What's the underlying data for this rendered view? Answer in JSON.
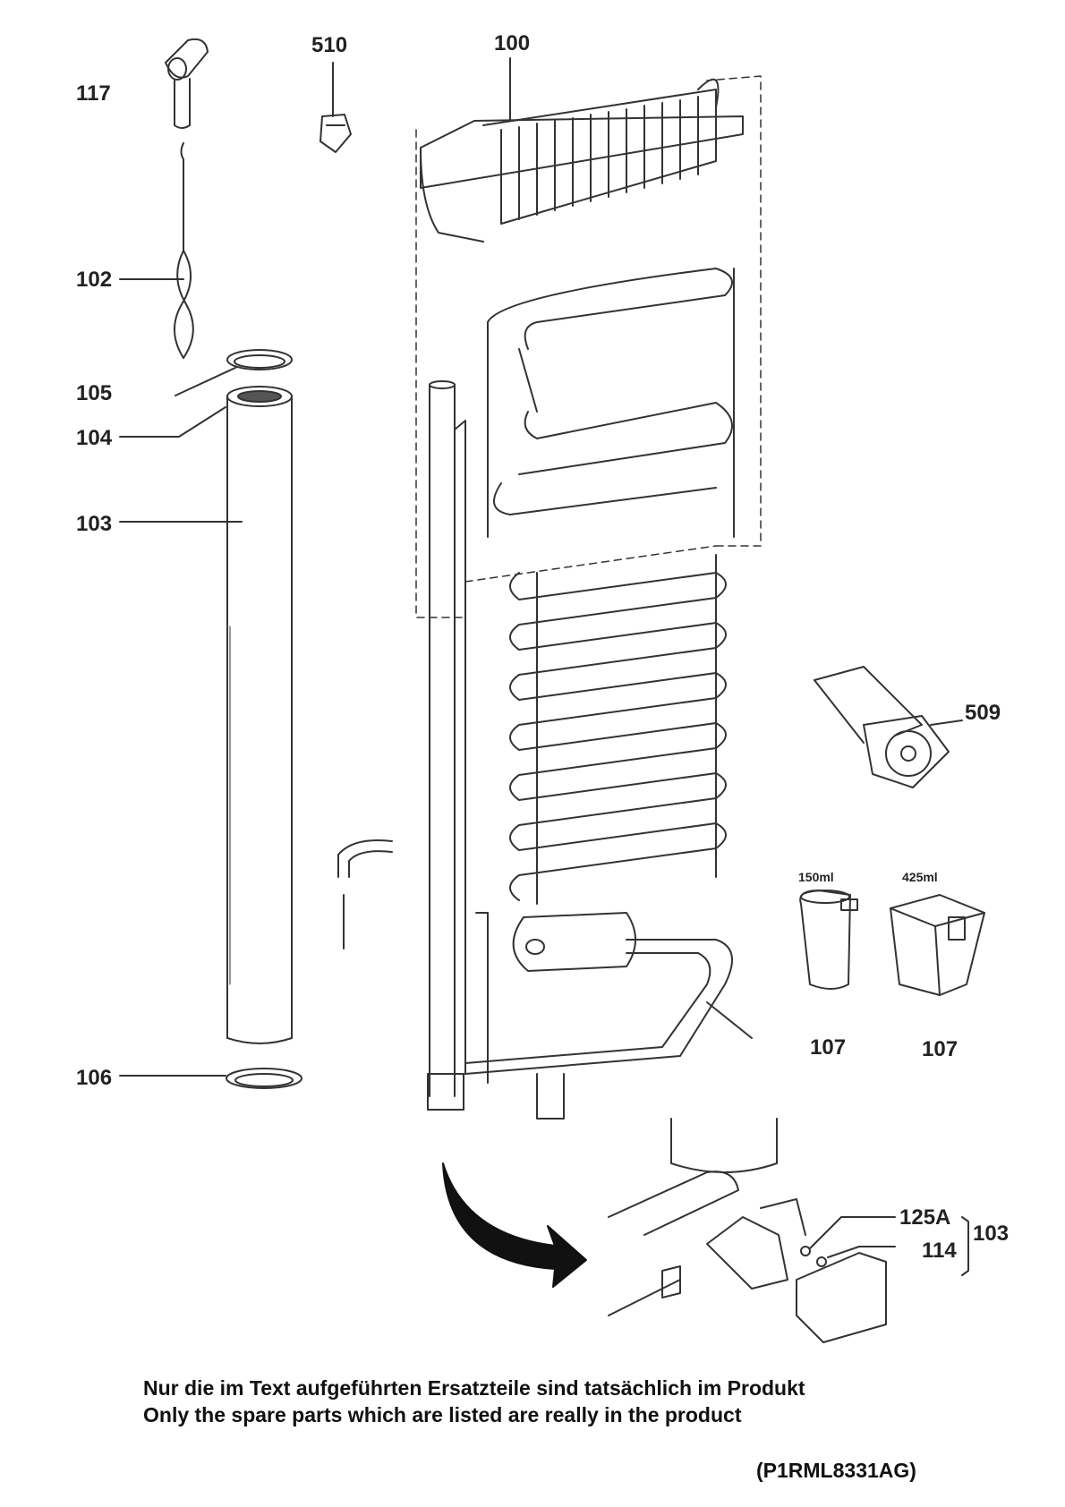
{
  "parts": [
    {
      "id": "p117",
      "label": "117"
    },
    {
      "id": "p510",
      "label": "510"
    },
    {
      "id": "p100",
      "label": "100"
    },
    {
      "id": "p102",
      "label": "102"
    },
    {
      "id": "p105",
      "label": "105"
    },
    {
      "id": "p104",
      "label": "104"
    },
    {
      "id": "p103",
      "label": "103"
    },
    {
      "id": "p509",
      "label": "509"
    },
    {
      "id": "p106",
      "label": "106"
    },
    {
      "id": "p107a",
      "label": "107"
    },
    {
      "id": "p107b",
      "label": "107"
    },
    {
      "id": "p125a",
      "label": "125A"
    },
    {
      "id": "p114",
      "label": "114"
    },
    {
      "id": "p103b",
      "label": "103"
    }
  ],
  "containers": {
    "small": "150ml",
    "large": "425ml"
  },
  "notes": {
    "de": "Nur die im Text aufgeführten Ersatzteile sind tatsächlich im Produkt",
    "en": "Only the spare parts which are listed are really in the product"
  },
  "model_code": "(P1RML8331AG)"
}
